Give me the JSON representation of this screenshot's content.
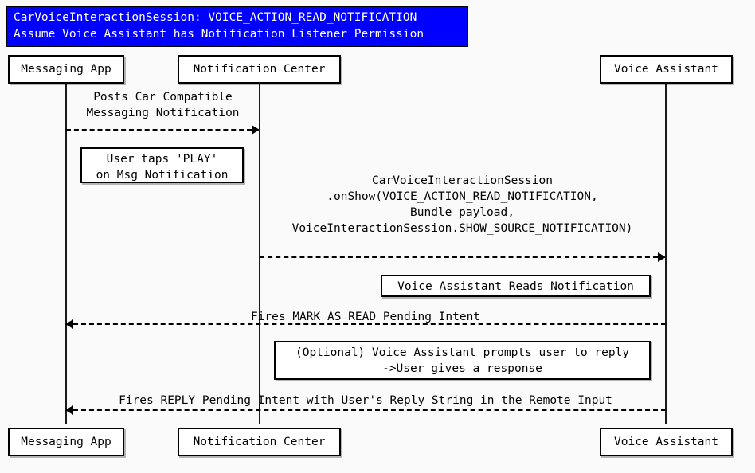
{
  "diagram": {
    "title_lines": "CarVoiceInteractionSession: VOICE_ACTION_READ_NOTIFICATION\nAssume Voice Assistant has Notification Listener Permission",
    "title_bg": "#0000ff",
    "title_color": "#ffffff",
    "background": "#fafafa"
  },
  "participants": {
    "messaging_app": "Messaging App",
    "notification_center": "Notification Center",
    "voice_assistant": "Voice Assistant"
  },
  "participants_bottom": {
    "messaging_app": "Messaging App",
    "notification_center": "Notification Center",
    "voice_assistant": "Voice Assistant"
  },
  "messages": {
    "m1": "Posts Car Compatible\nMessaging Notification",
    "m2": "CarVoiceInteractionSession\n.onShow(VOICE_ACTION_READ_NOTIFICATION,\nBundle payload,\nVoiceInteractionSession.SHOW_SOURCE_NOTIFICATION)",
    "m3": "Fires MARK_AS_READ Pending Intent",
    "m4": "Fires REPLY Pending Intent with User's Reply String in the Remote Input"
  },
  "notes": {
    "n1": "User taps 'PLAY'\non Msg Notification",
    "n2": "Voice Assistant Reads Notification",
    "n3": "(Optional) Voice Assistant prompts user to reply\n->User gives a response"
  }
}
